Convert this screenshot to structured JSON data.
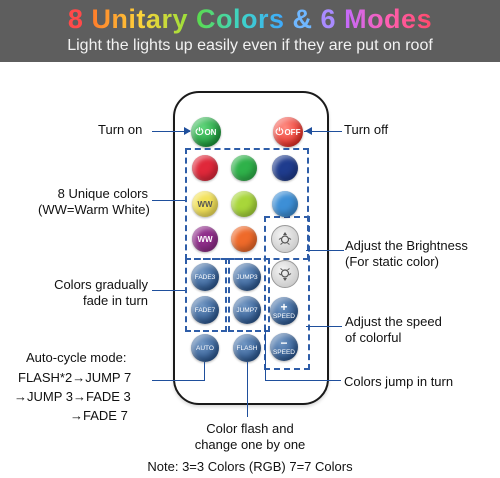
{
  "header": {
    "title_parts": [
      "8",
      "Unitary",
      "Colors",
      "&",
      "6",
      "Modes"
    ],
    "subtitle": "Light the lights up easily even if they are put on roof"
  },
  "remote": {
    "on_label": "ON",
    "off_label": "OFF",
    "color_buttons": [
      {
        "color": "#e0283a",
        "label": ""
      },
      {
        "color": "#2fb24a",
        "label": ""
      },
      {
        "color": "#1f3c8e",
        "label": ""
      },
      {
        "color": "#f3e25a",
        "label": "WW"
      },
      {
        "color": "#a8d63a",
        "label": ""
      },
      {
        "color": "#3d8fd6",
        "label": ""
      },
      {
        "color": "#8f2d8a",
        "label": "WW"
      },
      {
        "color": "#ef6a2a",
        "label": ""
      }
    ],
    "fade3": "FADE3",
    "jump3": "JUMP3",
    "fade7": "FADE7",
    "jump7": "JUMP7",
    "auto": "AUTO",
    "flash": "FLASH",
    "speed_up": "SPEED",
    "speed_down": "SPEED",
    "speed_up_symbol": "+",
    "speed_down_symbol": "−"
  },
  "callouts": {
    "turn_on": "Turn on",
    "turn_off": "Turn off",
    "unique_colors_1": "8 Unique colors",
    "unique_colors_2": "(WW=Warm White)",
    "brightness_1": "Adjust the Brightness",
    "brightness_2": "(For static color)",
    "gradual_1": "Colors gradually",
    "gradual_2": "fade in turn",
    "speed_1": "Adjust the speed",
    "speed_2": "of colorful",
    "auto_1": "Auto-cycle mode:",
    "auto_2": "FLASH*2→JUMP 7",
    "auto_3": "→JUMP 3→FADE 3",
    "auto_4": "→FADE 7",
    "jump_turn": "Colors jump in turn",
    "flash_1": "Color flash and",
    "flash_2": "change one by one"
  },
  "footer_note": "Note: 3=3 Colors (RGB) 7=7 Colors",
  "colors": {
    "banner": "#5e5e5e",
    "dashed_line": "#2e5da8",
    "on_button": "#1e9a3c",
    "off_button": "#e8332a",
    "mode_button": "#2f5a92",
    "title_gradient": [
      "#ff3b3b",
      "#ffb12a",
      "#f6ec3d",
      "#4bd66a",
      "#3fb6ff",
      "#b66bff",
      "#ff5fb0"
    ]
  }
}
